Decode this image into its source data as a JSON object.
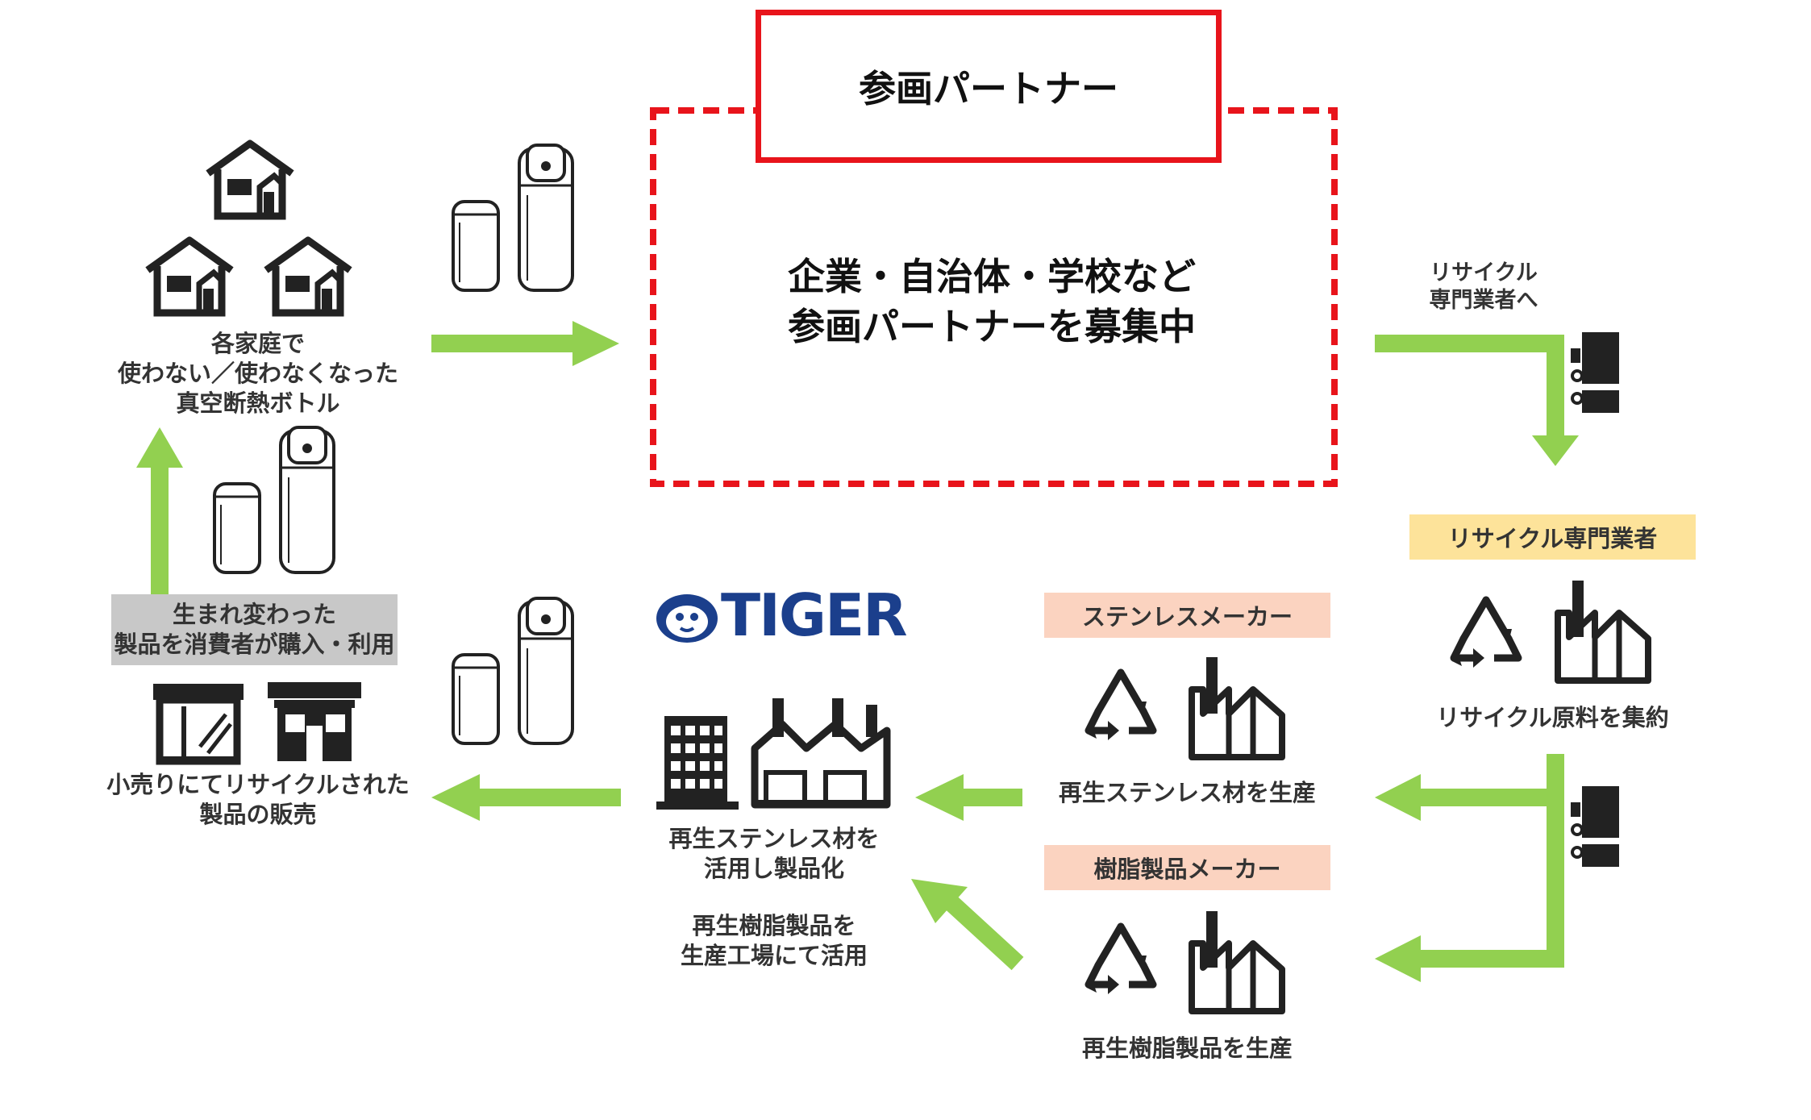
{
  "partner": {
    "header": "参画パートナー",
    "body_line1": "企業・自治体・学校など",
    "body_line2": "参画パートナーを募集中"
  },
  "households": {
    "line1": "各家庭で",
    "line2": "使わない／使わなくなった",
    "line3": "真空断熱ボトル"
  },
  "to_recycler": {
    "line1": "リサイクル",
    "line2": "専門業者へ"
  },
  "recycler": {
    "tag": "リサイクル専門業者",
    "caption": "リサイクル原料を集約"
  },
  "stainless_maker": {
    "tag": "ステンレスメーカー",
    "caption": "再生ステンレス材を生産"
  },
  "resin_maker": {
    "tag": "樹脂製品メーカー",
    "caption": "再生樹脂製品を生産"
  },
  "tiger": {
    "logo": "TIGER",
    "caption1_line1": "再生ステンレス材を",
    "caption1_line2": "活用し製品化",
    "caption2_line1": "再生樹脂製品を",
    "caption2_line2": "生産工場にて活用"
  },
  "retail": {
    "line1": "小売りにてリサイクルされた",
    "line2": "製品の販売"
  },
  "consumer": {
    "line1": "生まれ変わった",
    "line2": "製品を消費者が購入・利用"
  },
  "colors": {
    "arrow": "#92d050",
    "partner_red": "#e8141b",
    "recycler_tag": "#fde39a",
    "maker_tag": "#fbd3c0",
    "consumer_tag": "#c8c8c8",
    "tiger_blue": "#1b3f8c",
    "icon": "#222222"
  }
}
